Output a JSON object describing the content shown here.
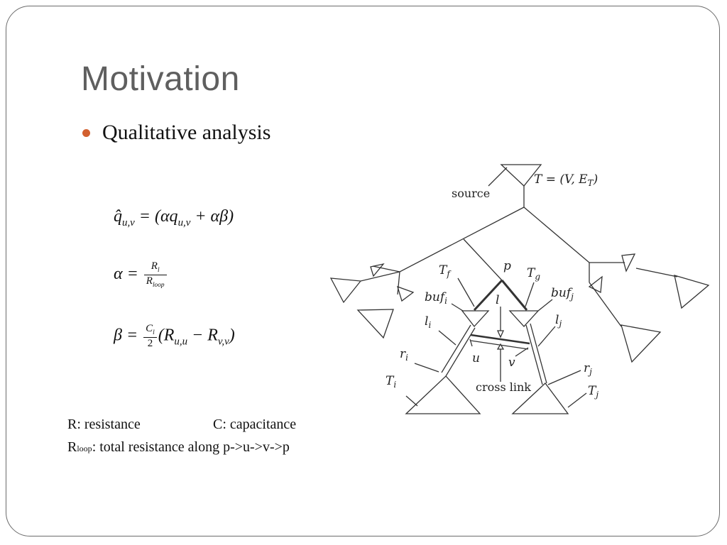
{
  "slide": {
    "title": "Motivation",
    "bullet": "Qualitative analysis"
  },
  "equations": {
    "q_hat_lhs": "q̂",
    "q_hat_sub": "u,v",
    "q_hat_eq": " = (αq",
    "q_hat_sub2": "u,v",
    "q_hat_rest": " + αβ)",
    "alpha_lhs": "α = ",
    "alpha_num": "R",
    "alpha_num_sub": "l",
    "alpha_den": "R",
    "alpha_den_sub": "loop",
    "beta_lhs": "β = ",
    "beta_num": "C",
    "beta_num_sub": "l",
    "beta_den": "2",
    "beta_rest1": "(R",
    "beta_sub1": "u,u",
    "beta_rest2": " − R",
    "beta_sub2": "v,v",
    "beta_rest3": ")"
  },
  "legend": {
    "r_label": "R: resistance",
    "c_label": "C: capacitance",
    "rloop_prefix": "R",
    "rloop_sub": "loop",
    "rloop_text": ": total resistance along p->u->v->p"
  },
  "diagram": {
    "source": "source",
    "tree": "T = (V, E",
    "tree_sub": "T",
    "tree_close": ")",
    "T_f": "T",
    "T_f_sub": "f",
    "p": "p",
    "T_g": "T",
    "T_g_sub": "g",
    "buf_i": "buf",
    "buf_i_sub": "i",
    "l": "l",
    "buf_j": "buf",
    "buf_j_sub": "j",
    "l_i": "l",
    "l_i_sub": "i",
    "l_j": "l",
    "l_j_sub": "j",
    "u": "u",
    "v": "v",
    "r_i": "r",
    "r_i_sub": "i",
    "r_j": "r",
    "r_j_sub": "j",
    "T_i": "T",
    "T_i_sub": "i",
    "T_j": "T",
    "T_j_sub": "j",
    "cross_link": "cross link"
  },
  "colors": {
    "title": "#5f5f5f",
    "bullet": "#d2602f",
    "frame": "#6b6b6b"
  }
}
